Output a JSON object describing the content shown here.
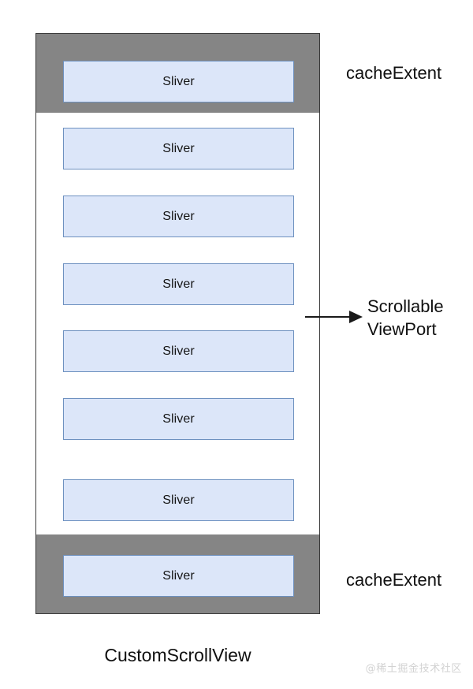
{
  "diagram": {
    "title_caption": "CustomScrollView",
    "watermark": "@稀土掘金技术社区",
    "colors": {
      "cache_band": "#858585",
      "sliver_fill": "#dce6f9",
      "sliver_border": "#6e91c0",
      "container_border": "#3a3a3a",
      "viewport_background": "#ffffff",
      "text": "#101010",
      "watermark": "#d2d2d2"
    },
    "container": {
      "name": "CustomScrollView",
      "cache_top": {
        "label": "cacheExtent",
        "slivers": [
          {
            "label": "Sliver"
          }
        ]
      },
      "viewport": {
        "label": "Scrollable ViewPort",
        "label_line_1": "Scrollable",
        "label_line_2": "ViewPort",
        "slivers": [
          {
            "label": "Sliver"
          },
          {
            "label": "Sliver"
          },
          {
            "label": "Sliver"
          },
          {
            "label": "Sliver"
          },
          {
            "label": "Sliver"
          },
          {
            "label": "Sliver"
          }
        ]
      },
      "cache_bottom": {
        "label": "cacheExtent",
        "slivers": [
          {
            "label": "Sliver"
          }
        ]
      }
    }
  }
}
